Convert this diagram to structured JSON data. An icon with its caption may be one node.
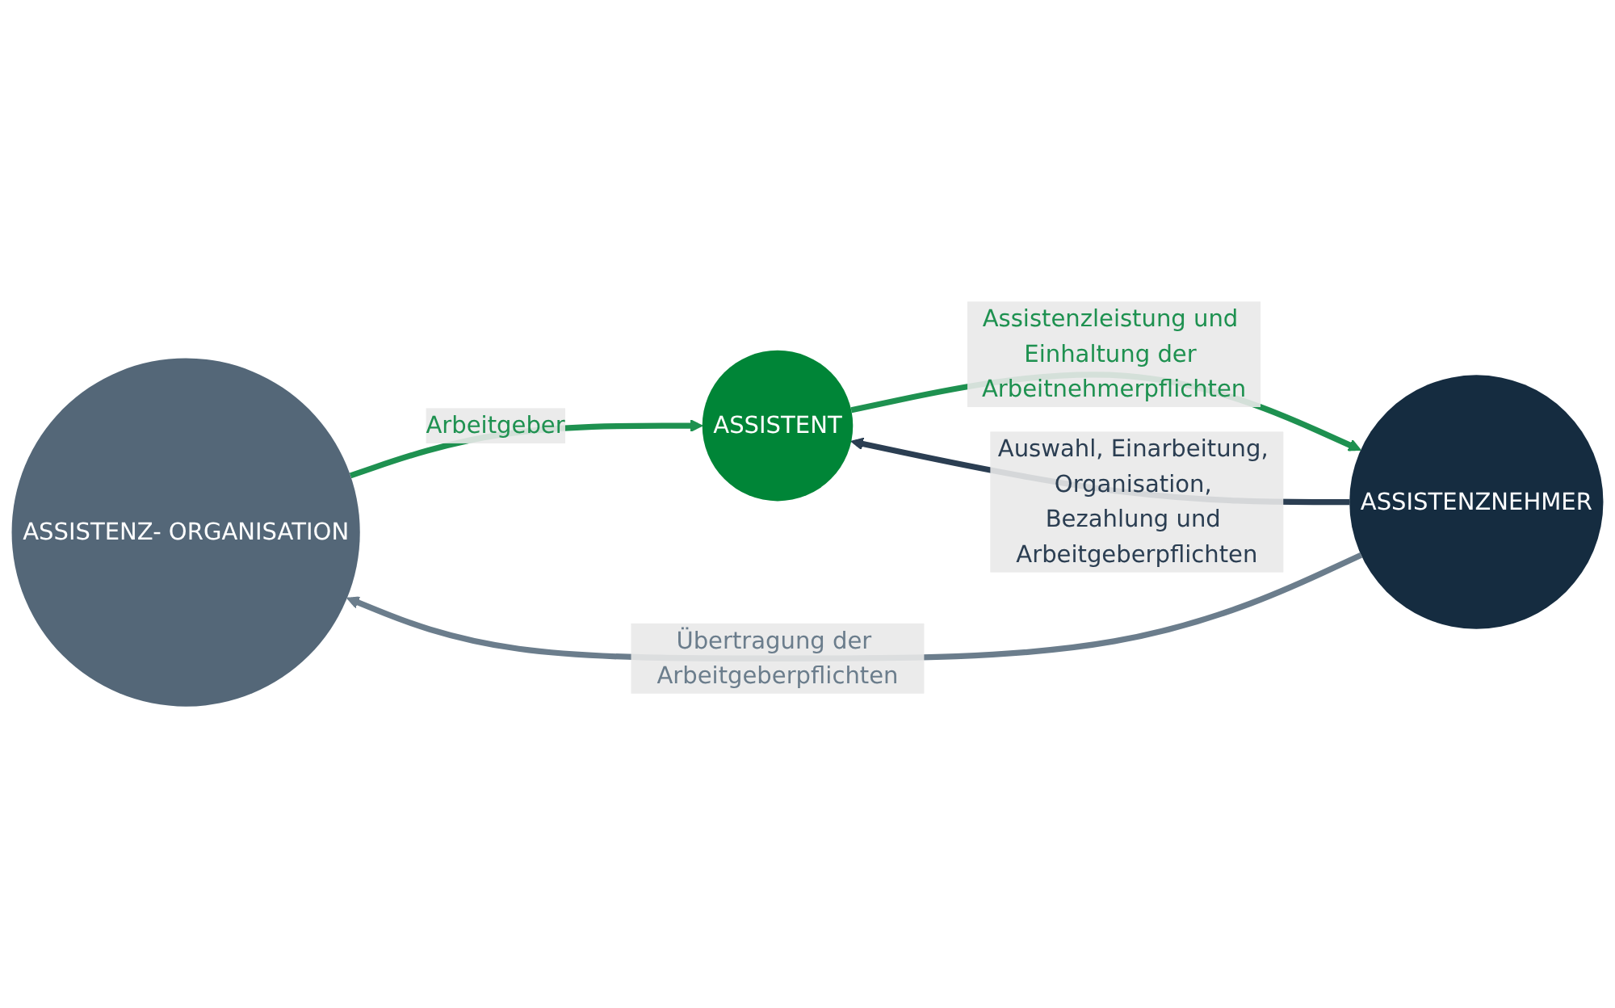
{
  "diagram": {
    "nodes": [
      {
        "text": [
          "ASSISTENZ- ORGANISATION"
        ]
      },
      {
        "text": [
          "ASSISTENZNEHMER"
        ]
      },
      {
        "text": [
          "ASSISTENT"
        ]
      }
    ],
    "edges": [
      {
        "from": 1,
        "to": 0,
        "arrow": "to",
        "label": "Übertragung der Arbeitgeberpflichten",
        "color": "#6b7d8c"
      },
      {
        "from": 0,
        "to": 2,
        "arrow": "to",
        "label": "Arbeitgeber",
        "color": "#1e9150"
      },
      {
        "from": 1,
        "to": 2,
        "arrow": "to",
        "label": "Auswahl, Einarbeitung, Organisation, Bezahlung und Arbeitgeberpflichten",
        "color": "#2b3e52"
      },
      {
        "from": 2,
        "to": 1,
        "arrow": "to",
        "label": "Assistenzleistung und Einhaltung der Arbeitnehmerpflichten",
        "color": "#1e9150"
      }
    ]
  }
}
